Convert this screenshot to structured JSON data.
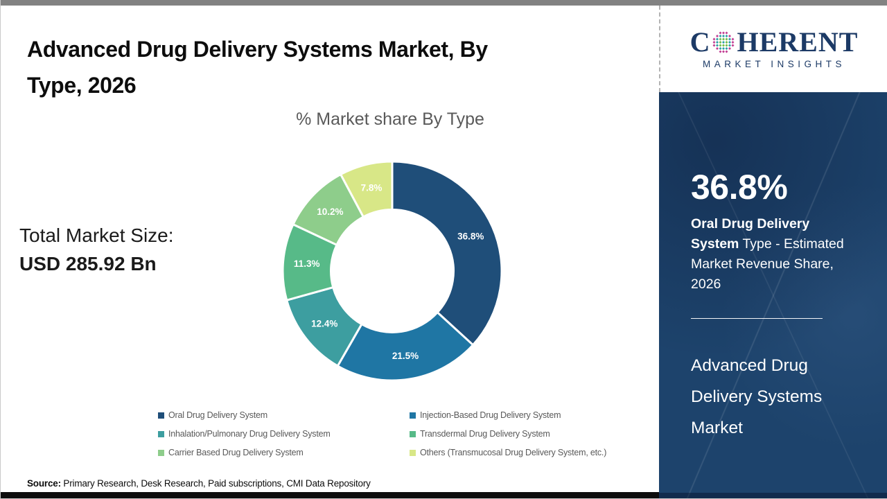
{
  "header": {
    "title_line1": "Advanced Drug Delivery Systems Market, By",
    "title_line2": "Type, 2026"
  },
  "logo": {
    "prefix": "C",
    "suffix": "HERENT",
    "tagline": "MARKET INSIGHTS",
    "brand_color": "#1c3a66",
    "globe_colors": {
      "outer": "#c13c92",
      "middle": "#2a9fa5",
      "inner": "#72bd4a"
    }
  },
  "left_panel": {
    "total_label": "Total Market Size:",
    "total_value": "USD 285.92 Bn"
  },
  "chart_data": {
    "type": "pie",
    "variant": "donut",
    "title": "% Market share By Type",
    "categories": [
      "Oral Drug Delivery System",
      "Injection-Based Drug Delivery System",
      "Inhalation/Pulmonary Drug Delivery System",
      "Transdermal Drug Delivery System",
      "Carrier Based Drug Delivery System",
      "Others (Transmucosal Drug Delivery System, etc.)"
    ],
    "values": [
      36.8,
      21.5,
      12.4,
      11.3,
      10.2,
      7.8
    ],
    "labels": [
      "36.8%",
      "21.5%",
      "12.4%",
      "11.3%",
      "10.2%",
      "7.8%"
    ],
    "colors": [
      "#1f4e79",
      "#1f76a4",
      "#3d9ea0",
      "#57ba88",
      "#8ecd8b",
      "#d8e787"
    ],
    "start_angle_deg": 0,
    "direction": "clockwise",
    "inner_radius_ratio": 0.56,
    "legend_position": "bottom"
  },
  "sidebar": {
    "stat_value": "36.8%",
    "stat_bold": "Oral Drug Delivery System",
    "stat_rest": " Type - Estimated Market Revenue Share, 2026",
    "product_title": "Advanced Drug Delivery Systems Market",
    "bg_color": "#1d436c"
  },
  "footer": {
    "source_label": "Source:",
    "source_text": " Primary Research, Desk Research, Paid subscriptions, CMI Data Repository"
  }
}
